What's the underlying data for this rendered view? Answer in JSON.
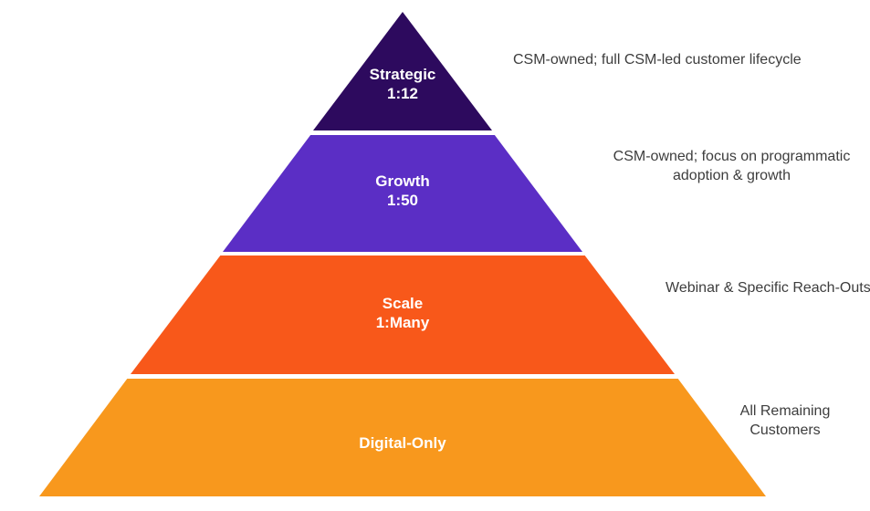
{
  "pyramid": {
    "background_color": "#ffffff",
    "label_text_color": "#ffffff",
    "annotation_text_color": "#3d3d3d",
    "tiers": [
      {
        "name": "Strategic",
        "ratio": "1:12",
        "fill": "#2d0a5e",
        "annotation": "CSM-owned; full CSM-led customer lifecycle"
      },
      {
        "name": "Growth",
        "ratio": "1:50",
        "fill": "#5b2ec5",
        "annotation": "CSM-owned; focus on programmatic adoption & growth"
      },
      {
        "name": "Scale",
        "ratio": "1:Many",
        "fill": "#f8581a",
        "annotation": "Webinar & Specific Reach-Outs"
      },
      {
        "name": "Digital-Only",
        "ratio": "",
        "fill": "#f8981d",
        "annotation": "All Remaining Customers"
      }
    ]
  }
}
